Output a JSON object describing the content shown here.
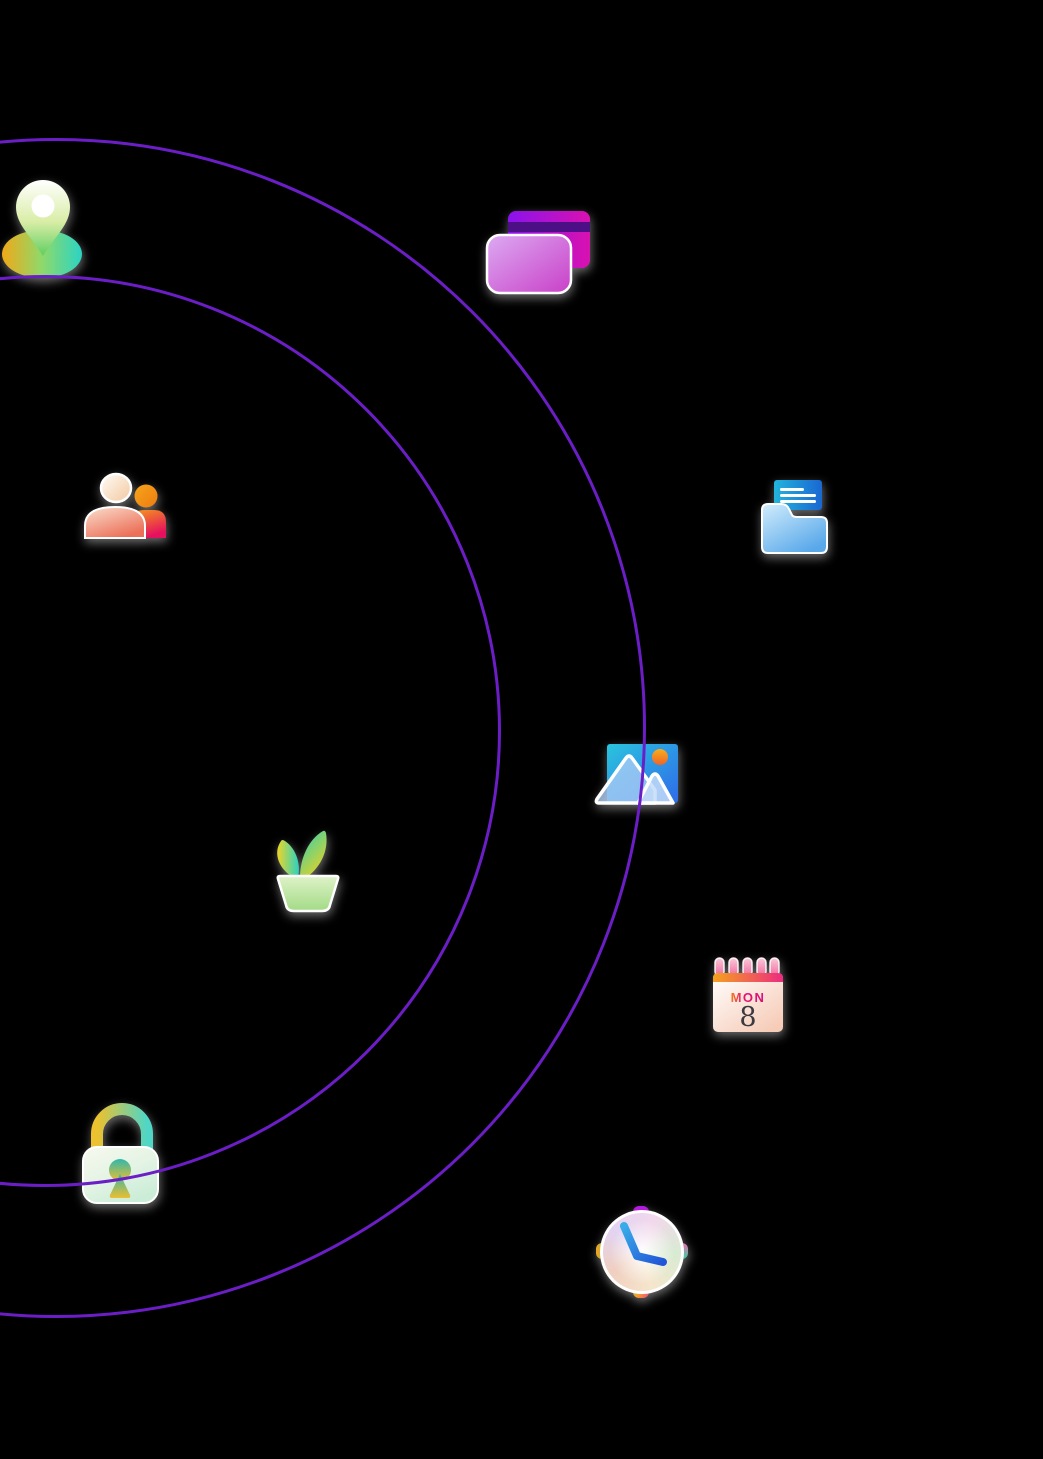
{
  "scene": {
    "description": "decorative-orbit-illustration",
    "background_color": "#000000",
    "orbit": {
      "stroke_color": "#6C1EC6",
      "count": 2
    },
    "icons": [
      {
        "name": "location-pin-icon",
        "palette": [
          "#FFFFFF",
          "#9FDE6A",
          "#F0A818",
          "#2BD4C4"
        ]
      },
      {
        "name": "credit-cards-icon",
        "palette": [
          "#8A12EC",
          "#D911B0",
          "#DCAAF2",
          "#C940C8"
        ]
      },
      {
        "name": "people-icon",
        "palette": [
          "#F6A51C",
          "#E5105E",
          "#F3C79E",
          "#EC6F58"
        ]
      },
      {
        "name": "folder-documents-icon",
        "palette": [
          "#22B4DC",
          "#1A67D2",
          "#D2EDFC",
          "#58A8EA"
        ]
      },
      {
        "name": "photo-icon",
        "palette": [
          "#2AC4DE",
          "#2F6AEA",
          "#F9AE1C",
          "#FFFFFF"
        ]
      },
      {
        "name": "plant-icon",
        "palette": [
          "#EDD626",
          "#2BD2C2",
          "#C8ECAC"
        ]
      },
      {
        "name": "calendar-icon",
        "palette": [
          "#F5A21E",
          "#EC2C80",
          "#FFF6F0"
        ]
      },
      {
        "name": "lock-icon",
        "palette": [
          "#EEC12E",
          "#4FD6C6",
          "#EDF6E8"
        ]
      },
      {
        "name": "clock-icon",
        "palette": [
          "#A81CE8",
          "#38ACE8",
          "#2256D8"
        ]
      }
    ],
    "calendar": {
      "day_label": "MON",
      "day_number": "8"
    }
  }
}
